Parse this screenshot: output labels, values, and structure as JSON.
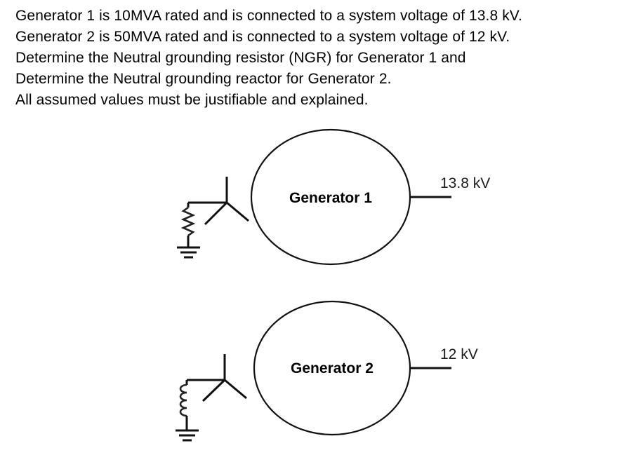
{
  "document": {
    "title": "Generator neutral grounding problem statement with single-line diagram",
    "background_color": "#ffffff",
    "ink_color": "#111111"
  },
  "problem_statement": {
    "lines": [
      "Generator 1 is 10MVA rated and is connected to a system voltage of 13.8 kV.",
      "Generator 2 is 50MVA rated and is connected to a system voltage of 12 kV.",
      "Determine the Neutral grounding resistor (NGR) for Generator 1 and",
      "Determine the Neutral grounding reactor for Generator 2.",
      "All assumed values must be justifiable and explained."
    ]
  },
  "diagram": {
    "generators": [
      {
        "id": "generator-1",
        "label": "Generator 1",
        "voltage_label": "13.8 kV",
        "rating": "10MVA",
        "winding_symbol": "wye",
        "neutral_device": "resistor",
        "neutral_device_name": "Neutral grounding resistor (NGR)",
        "grounded": true
      },
      {
        "id": "generator-2",
        "label": "Generator 2",
        "voltage_label": "12 kV",
        "rating": "50MVA",
        "winding_symbol": "wye",
        "neutral_device": "reactor",
        "neutral_device_name": "Neutral grounding reactor",
        "grounded": true
      }
    ],
    "symbols": {
      "ground": "earth-ground-icon",
      "resistor": "zigzag-resistor-icon",
      "reactor": "coil-inductor-icon",
      "wye": "wye-winding-icon",
      "machine": "circle-machine-icon"
    }
  }
}
